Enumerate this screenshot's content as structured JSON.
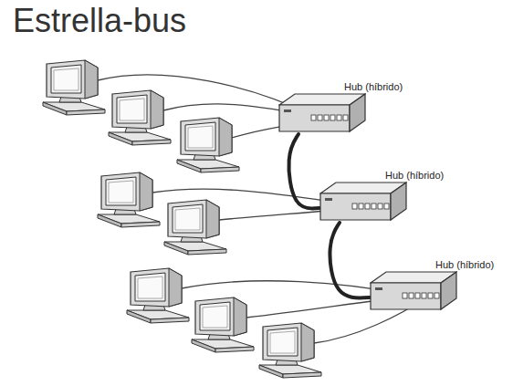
{
  "diagram": {
    "title": "Estrella-bus",
    "nodes": [
      {
        "text": [
          "Hub (híbrido)"
        ]
      },
      {
        "text": [
          "Hub (híbrido)"
        ]
      },
      {
        "text": [
          "Hub (híbrido)"
        ]
      }
    ],
    "edges": [
      {
        "from": 0,
        "to": 1,
        "arrow": "none"
      },
      {
        "from": 1,
        "to": 2,
        "arrow": "none"
      }
    ]
  }
}
